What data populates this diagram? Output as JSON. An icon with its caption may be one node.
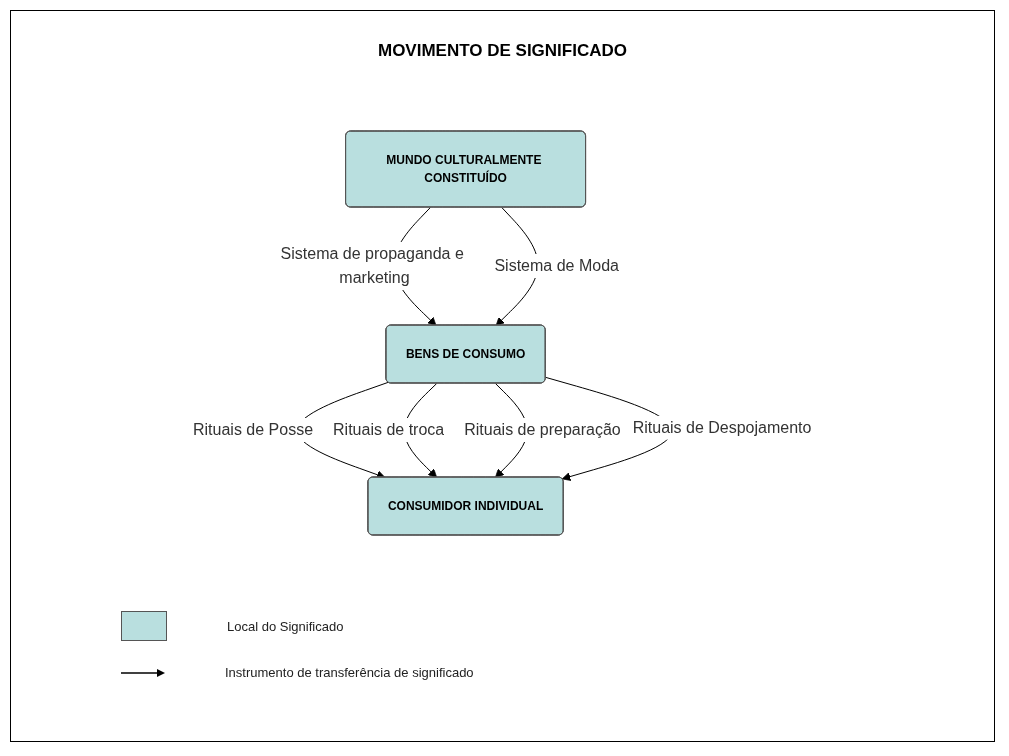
{
  "diagram": {
    "title": "MOVIMENTO DE SIGNIFICADO",
    "nodes": [
      {
        "text": [
          "MUNDO CULTURALMENTE CONSTITUÍDO"
        ]
      },
      {
        "text": [
          "BENS DE CONSUMO"
        ]
      },
      {
        "text": [
          "CONSUMIDOR INDIVIDUAL"
        ]
      }
    ],
    "edges": [
      {
        "from": 0,
        "to": 1,
        "arrow": "to",
        "label": "Sistema de propaganda e marketing"
      },
      {
        "from": 0,
        "to": 1,
        "arrow": "to",
        "label": "Sistema de Moda"
      },
      {
        "from": 1,
        "to": 2,
        "arrow": "to",
        "label": "Rituais de Posse"
      },
      {
        "from": 1,
        "to": 2,
        "arrow": "to",
        "label": "Rituais de troca"
      },
      {
        "from": 1,
        "to": 2,
        "arrow": "to",
        "label": "Rituais de preparação"
      },
      {
        "from": 1,
        "to": 2,
        "arrow": "to",
        "label": "Rituais de Despojamento"
      }
    ],
    "legend": [
      {
        "text": "Local do Significado",
        "color": "#b9dfdf"
      },
      {
        "text": "Instrumento de transferência de significado"
      }
    ]
  }
}
